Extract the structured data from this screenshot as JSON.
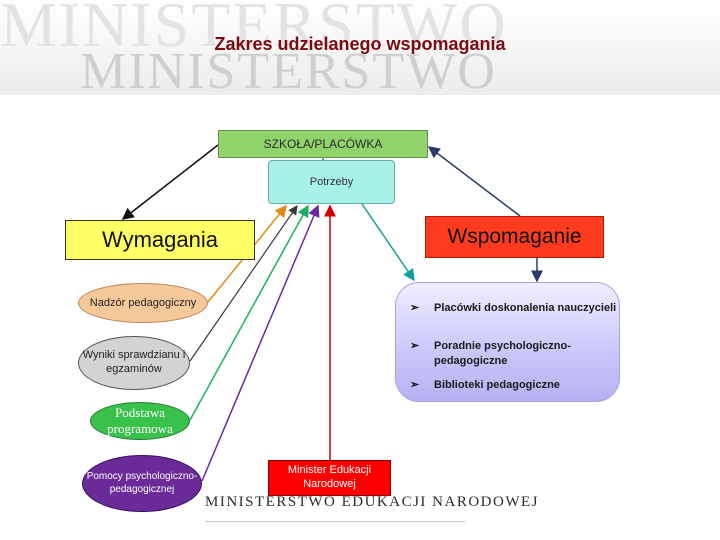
{
  "title": "Zakres udzielanego wspomagania",
  "watermark": {
    "line1": "MINISTERSTWO",
    "line2": "MINISTERSTWO"
  },
  "nodes": {
    "school": "SZKOŁA/PLACÓWKA",
    "needs": "Potrzeby",
    "requirements": "Wymagania",
    "support": "Wspomaganie",
    "supervision": "Nadzór pedagogiczny",
    "results": "Wyniki sprawdzianu i egzaminów",
    "curriculum": "Podstawa programowa",
    "aid": "Pomocy psychologiczno-pedagogicznej",
    "minister": "Minister Edukacji Narodowej"
  },
  "support_list": [
    "Placówki doskonalenia nauczycieli",
    "Poradnie psychologiczno-pedagogiczne",
    "Biblioteki pedagogiczne"
  ],
  "footer": "MINISTERSTWO EDUKACJI NARODOWEJ",
  "colors": {
    "title": "#7b0a12",
    "school": "#8fd36a",
    "needs": "#a8f0ea",
    "requirements": "#ffff66",
    "support": "#ff3b1f",
    "supervision": "#f6c89a",
    "results": "#d3d3d3",
    "curriculum": "#38c24c",
    "aid": "#6a2a9a",
    "minister": "#ff0000",
    "support_panel": "#c9c6fb"
  },
  "icons": {
    "bullet": "arrowhead-bullet-icon"
  }
}
